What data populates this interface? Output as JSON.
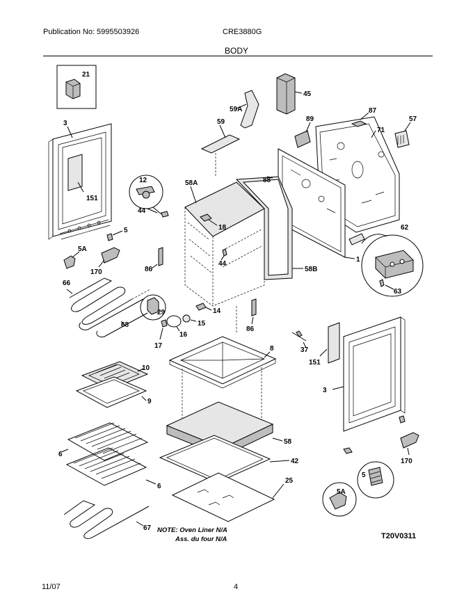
{
  "header": {
    "publication": "Publication No: 5995503926",
    "model": "CRE3880G",
    "section": "BODY"
  },
  "footer": {
    "date": "11/07",
    "page": "4"
  },
  "note": {
    "line1": "NOTE: Oven Liner N/A",
    "line2": "Ass. du four N/A"
  },
  "diagram_code": "T20V0311",
  "callouts": {
    "c21": "21",
    "c3a": "3",
    "c151a": "151",
    "c5a": "5",
    "c5Aa": "5A",
    "c170a": "170",
    "c45": "45",
    "c59A": "59A",
    "c59": "59",
    "c89": "89",
    "c87": "87",
    "c57": "57",
    "c71": "71",
    "c12": "12",
    "c44a": "44",
    "c58A": "58A",
    "c88": "88",
    "c18": "18",
    "c44b": "44",
    "c86a": "86",
    "c58B": "58B",
    "c1": "1",
    "c62": "62",
    "c63": "63",
    "c66": "66",
    "c29": "29",
    "c14": "14",
    "c15": "15",
    "c16": "16",
    "c17": "17",
    "c68": "68",
    "c86b": "86",
    "c8": "8",
    "c37": "37",
    "c151b": "151",
    "c3b": "3",
    "c10": "10",
    "c9": "9",
    "c58": "58",
    "c42": "42",
    "c25": "25",
    "c6a": "6",
    "c6b": "6",
    "c67": "67",
    "c170b": "170",
    "c5b": "5",
    "c5Ab": "5A"
  }
}
